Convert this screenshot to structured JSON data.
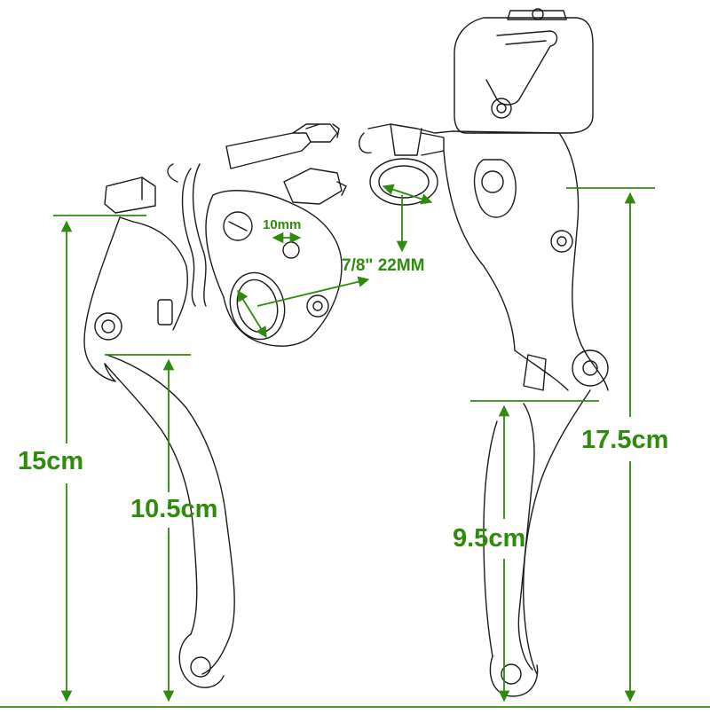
{
  "dimensions": {
    "clutch_total_length": "15cm",
    "clutch_lever_length": "10.5cm",
    "brake_total_length": "17.5cm",
    "brake_lever_length": "9.5cm",
    "bolt_size": "10mm",
    "bar_diameter": "7/8\" 22MM"
  },
  "colors": {
    "dimension_green": "#2e8b0c",
    "sketch_line": "#1a1a1a",
    "background": "#ffffff"
  }
}
